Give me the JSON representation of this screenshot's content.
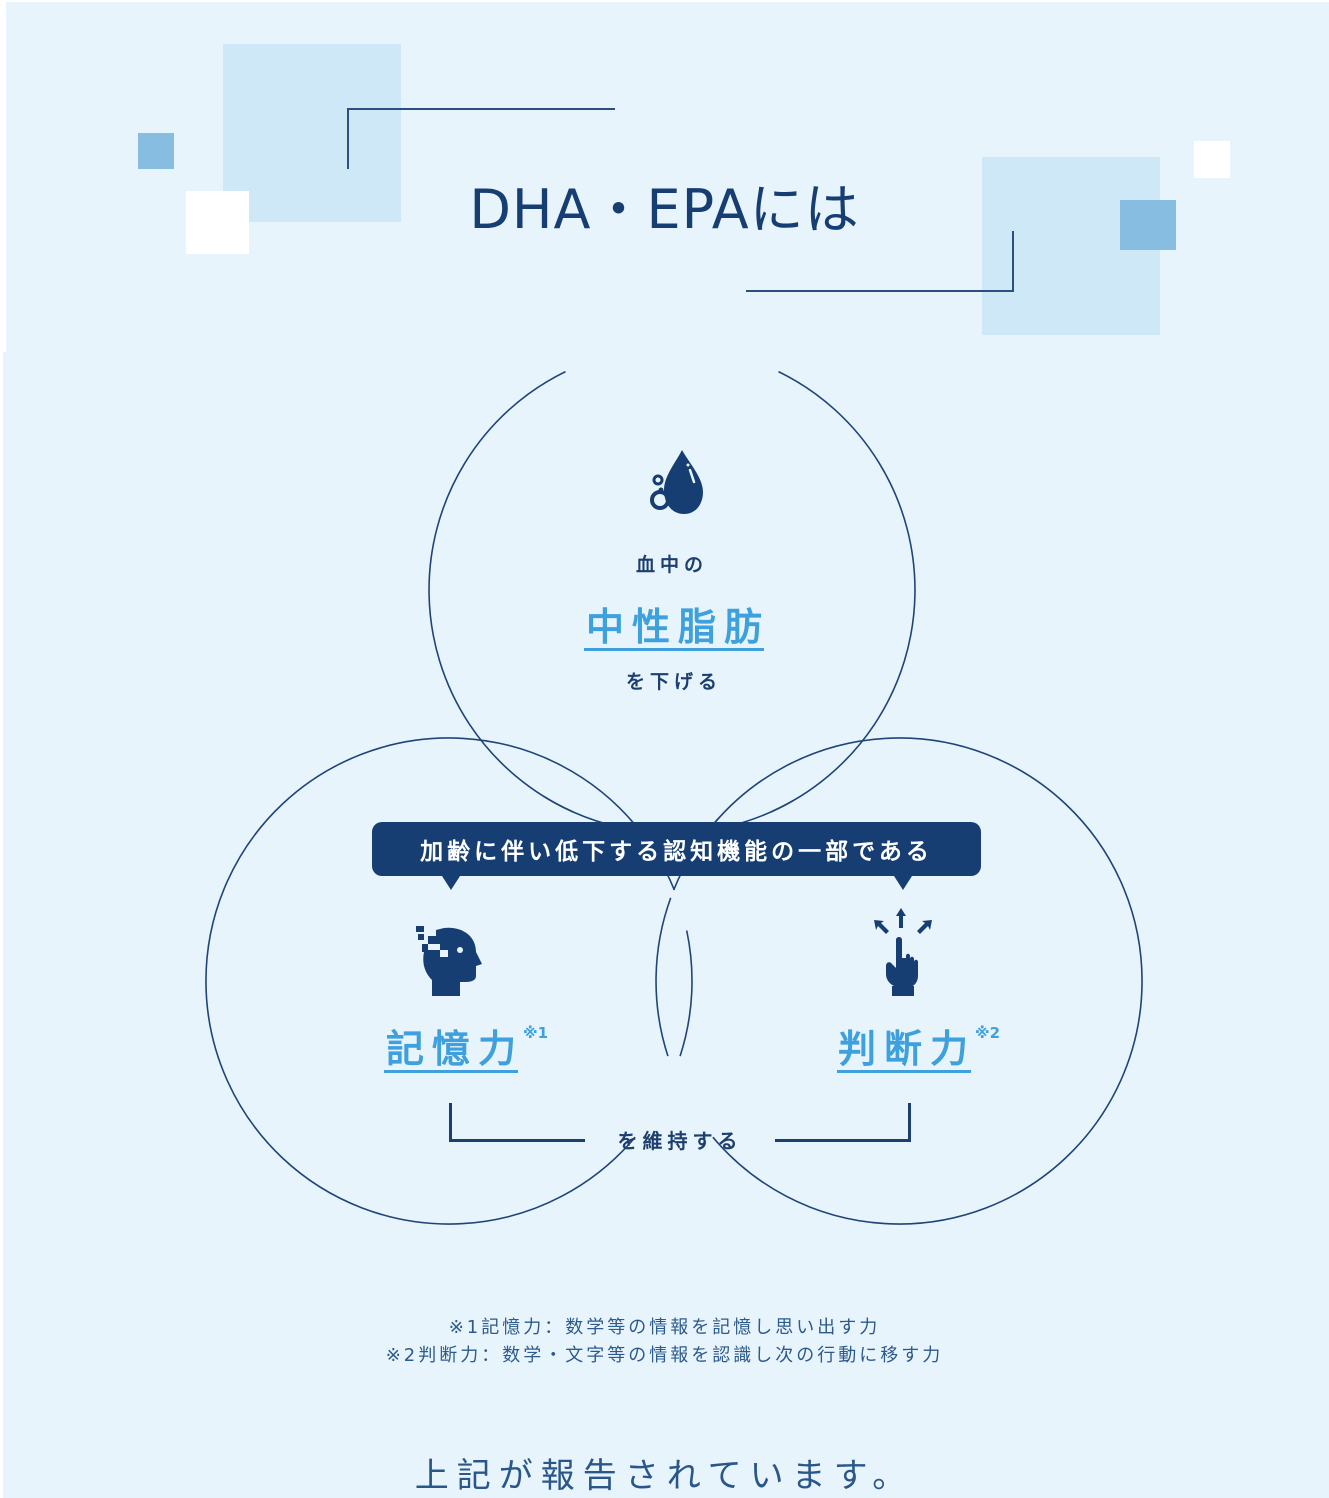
{
  "header": {
    "title": "DHA・EPAには"
  },
  "top_circle": {
    "icon": "water-drop-icon",
    "pre_label": "血中の",
    "main_label": "中性脂肪",
    "post_label": "を下げる"
  },
  "bubble": {
    "text": "加齢に伴い低下する認知機能の一部である"
  },
  "left_circle": {
    "icon": "head-memory-icon",
    "main_label": "記憶力",
    "note_mark": "※1"
  },
  "right_circle": {
    "icon": "pointing-hand-arrows-icon",
    "main_label": "判断力",
    "note_mark": "※2"
  },
  "maintain_label": "を維持する",
  "notes": [
    "※1記憶力：数学等の情報を記憶し思い出す力",
    "※2判断力：数学・文字等の情報を認識し次の行動に移す力"
  ],
  "footer": {
    "text": "上記が報告されています。"
  },
  "colors": {
    "background": "#e8f4fb",
    "navy": "#173e73",
    "accent_blue": "#3ea0dc",
    "light_square": "#cfe8f8",
    "mid_square": "#86bde0"
  }
}
